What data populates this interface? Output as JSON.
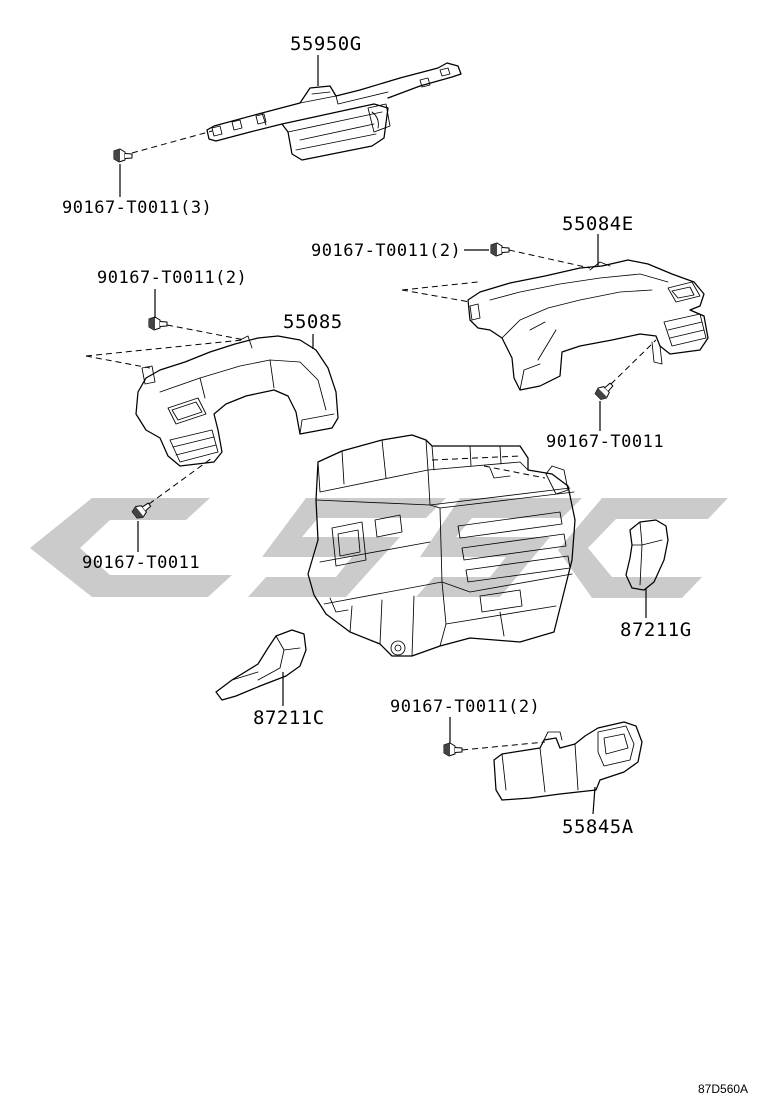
{
  "colors": {
    "background": "#ffffff",
    "line": "#000000",
    "watermark": "#cbcbcb"
  },
  "watermark": {
    "icon": "brand-logo-watermark"
  },
  "callouts": {
    "p55950g": "55950G",
    "b55950g": "90167-T0011(3)",
    "p55084e": "55084E",
    "b55084e_upper": "90167-T0011(2)",
    "b55085_upper": "90167-T0011(2)",
    "p55085": "55085",
    "b55084e_lower": "90167-T0011",
    "b55085_lower": "90167-T0011",
    "p87211g": "87211G",
    "p87211c": "87211C",
    "b55845a": "90167-T0011(2)",
    "p55845a": "55845A"
  },
  "drawing_code": "87D560A"
}
